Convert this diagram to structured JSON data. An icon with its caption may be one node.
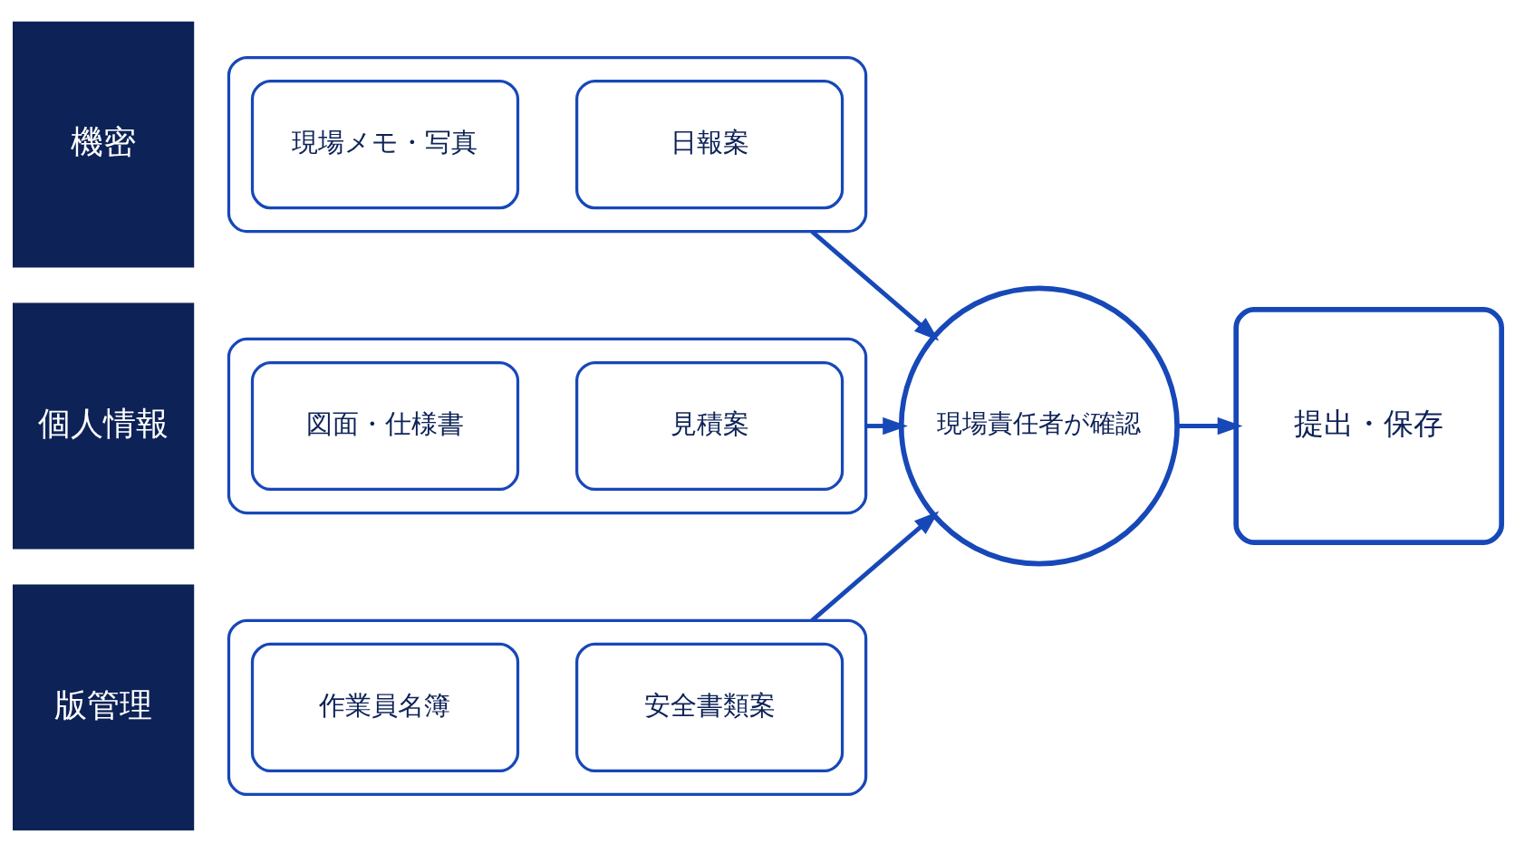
{
  "diagram": {
    "nodes": [
      {
        "text": [
          "機密"
        ]
      },
      {
        "text": [
          "個人情報"
        ]
      },
      {
        "text": [
          "版管理"
        ]
      },
      {
        "text": [],
        "shape": "box"
      },
      {
        "text": [
          "現場メモ・写真"
        ],
        "in": 3
      },
      {
        "text": [
          "日報案"
        ],
        "in": 3
      },
      {
        "text": [],
        "shape": "box"
      },
      {
        "text": [
          "図面・仕様書"
        ],
        "in": 6
      },
      {
        "text": [
          "見積案"
        ],
        "in": 6
      },
      {
        "text": [],
        "shape": "box"
      },
      {
        "text": [
          "作業員名簿"
        ],
        "in": 9
      },
      {
        "text": [
          "安全書類案"
        ],
        "in": 9
      },
      {
        "text": [
          "現場責任者が確認"
        ]
      },
      {
        "text": [
          "提出・保存"
        ]
      }
    ],
    "edges": [
      {
        "from": 3,
        "to": 12,
        "arrow": "to"
      },
      {
        "from": 6,
        "to": 12,
        "arrow": "to"
      },
      {
        "from": 9,
        "to": 12,
        "arrow": "to"
      },
      {
        "from": 12,
        "to": 13,
        "arrow": "to"
      }
    ]
  }
}
